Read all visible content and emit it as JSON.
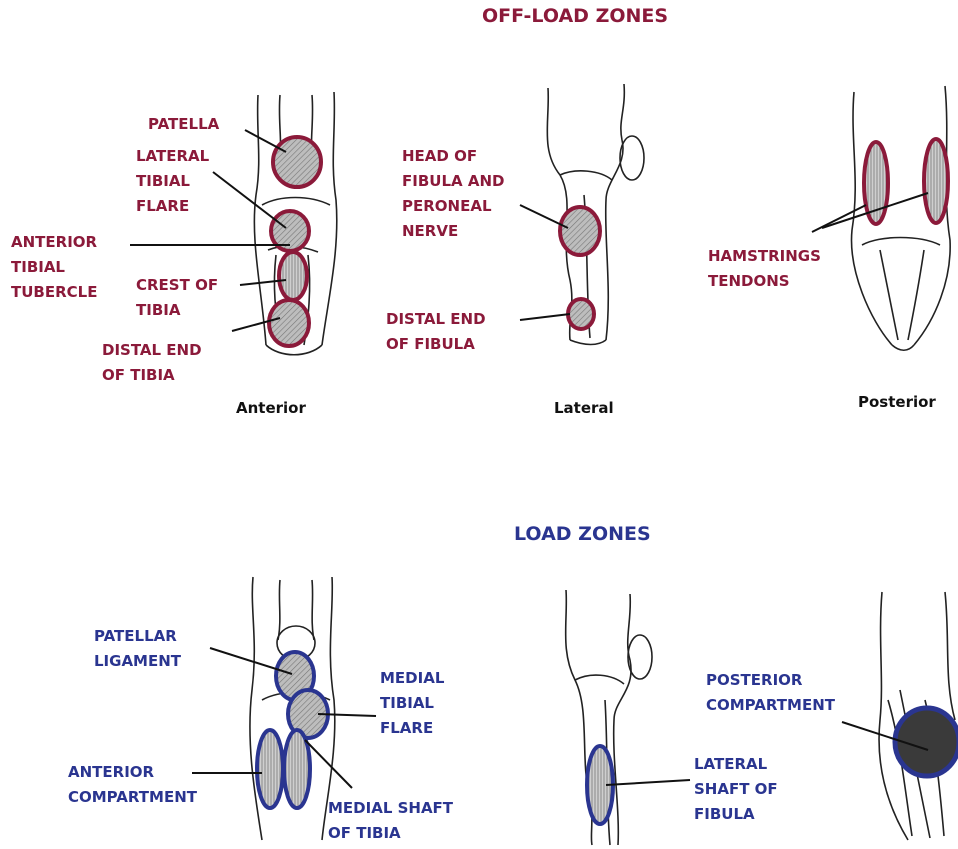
{
  "off_load": {
    "title": "OFF-LOAD ZONES",
    "views": {
      "anterior": "Anterior",
      "lateral": "Lateral",
      "posterior": "Posterior"
    },
    "labels": {
      "patella": "PATELLA",
      "lateral_tibial_flare": "LATERAL\nTIBIAL\nFLARE",
      "anterior_tibial_tubercle": "ANTERIOR\nTIBIAL\nTUBERCLE",
      "crest_of_tibia": "CREST OF\nTIBIA",
      "distal_end_of_tibia": "DISTAL END\nOF TIBIA",
      "head_of_fibula": "HEAD OF\nFIBULA AND\nPERONEAL\nNERVE",
      "distal_end_of_fibula": "DISTAL END\nOF FIBULA",
      "hamstrings_tendons": "HAMSTRINGS\nTENDONS"
    }
  },
  "load": {
    "title": "LOAD ZONES",
    "labels": {
      "patellar_ligament": "PATELLAR\nLIGAMENT",
      "medial_tibial_flare": "MEDIAL\nTIBIAL\nFLARE",
      "anterior_compartment": "ANTERIOR\nCOMPARTMENT",
      "medial_shaft_of_tibia": "MEDIAL SHAFT\nOF TIBIA",
      "posterior_compartment": "POSTERIOR\nCOMPARTMENT",
      "lateral_shaft_of_fibula": "LATERAL\nSHAFT OF\nFIBULA"
    }
  },
  "colors": {
    "off_load": "#8b1a3a",
    "load": "#2a3590",
    "sketch": "#222222"
  }
}
